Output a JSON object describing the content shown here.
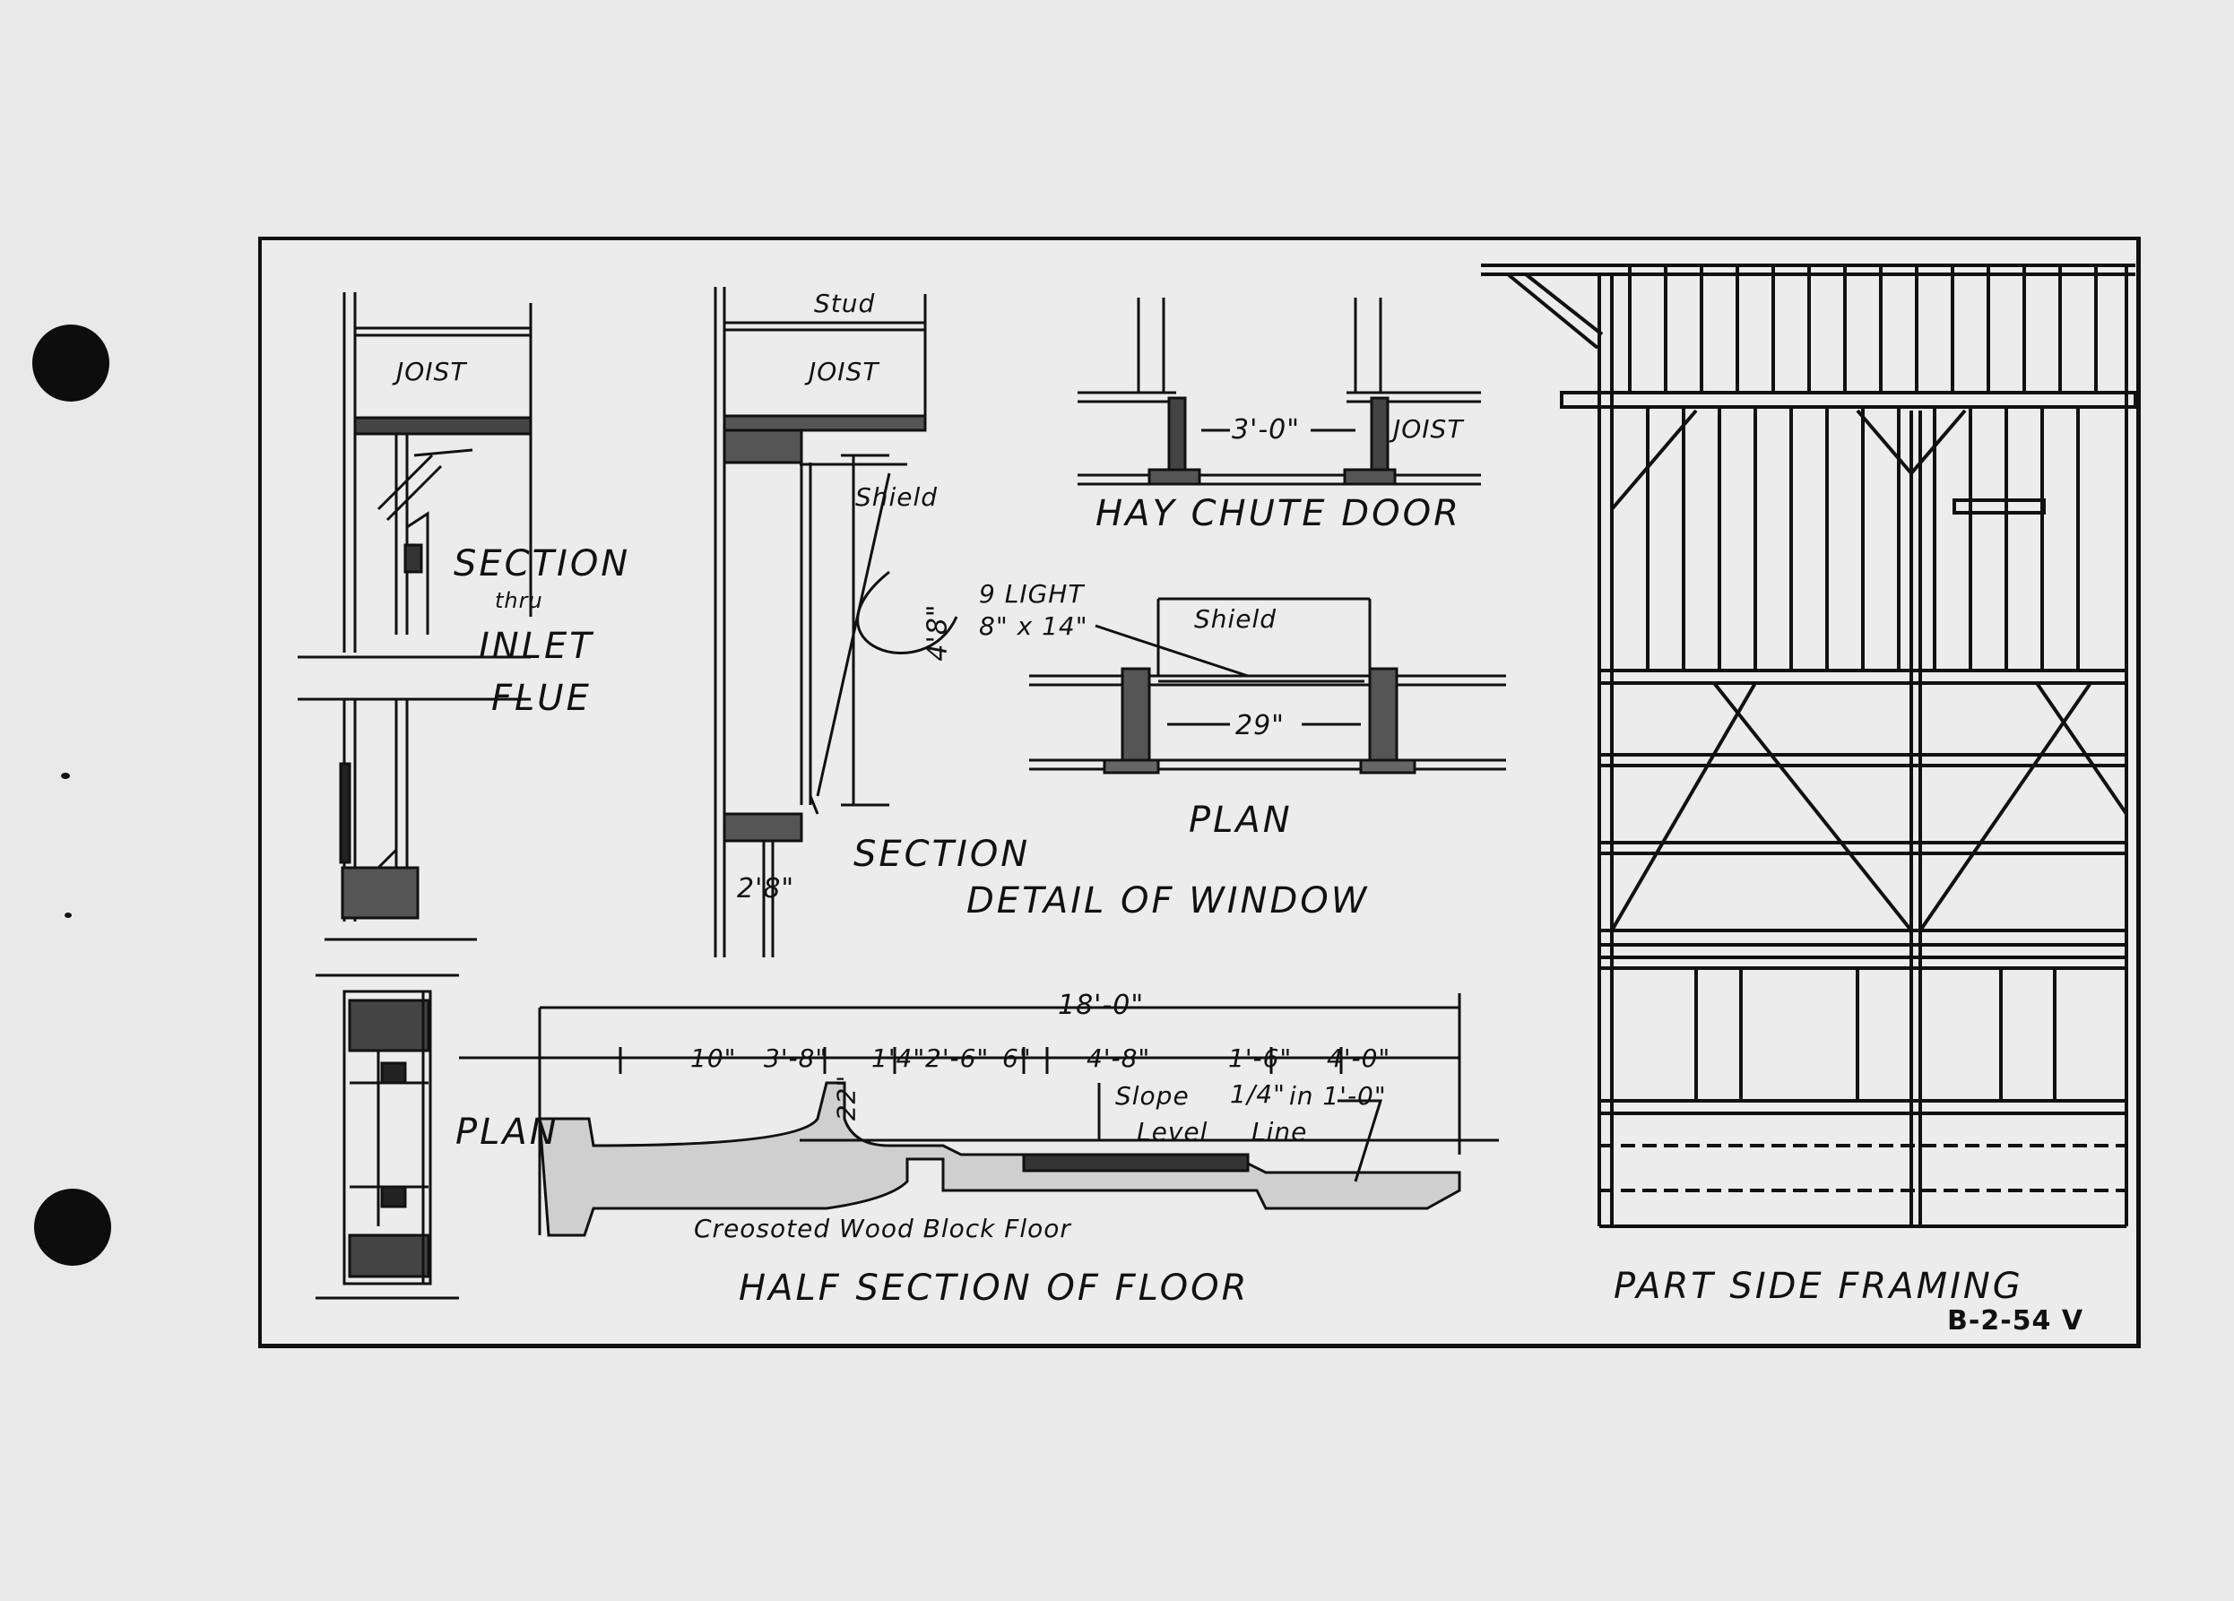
{
  "drawing": {
    "inlet_flue": {
      "title_line1": "SECTION",
      "title_line2": "thru",
      "title_line3": "INLET",
      "title_line4": "FLUE",
      "joist_label": "JOIST",
      "plan_title": "PLAN"
    },
    "window": {
      "stud_label": "Stud",
      "joist_label": "JOIST",
      "shield_label": "Shield",
      "height_dim": "4'8\"",
      "sill_dim": "2'8\"",
      "section_title": "SECTION",
      "detail_title": "DETAIL OF WINDOW",
      "light_label_1": "9 LIGHT",
      "light_label_2": "8\" x 14\"",
      "plan_shield_label": "Shield",
      "plan_width_dim": "29\"",
      "plan_title": "PLAN"
    },
    "hay_chute": {
      "width_dim": "3'-0\"",
      "joist_label": "JOIST",
      "title": "HAY CHUTE DOOR"
    },
    "floor": {
      "overall_dim": "18'-0\"",
      "dims": [
        "10\"",
        "3'-8\"",
        "1'4\"",
        "2'-6\"",
        "6\"",
        "4'-8\"",
        "1'-6\"",
        "4'-0\""
      ],
      "depth_dim": "22\"",
      "slope_label": "Slope",
      "slope_ratio": "1/4\"",
      "slope_per": "in 1'-0\"",
      "level_label": "Level",
      "line_label": "Line",
      "floor_label": "Creosoted Wood Block Floor",
      "title": "HALF SECTION OF FLOOR"
    },
    "framing": {
      "title": "PART SIDE FRAMING"
    },
    "sheet_number": "B-2-54 V"
  }
}
